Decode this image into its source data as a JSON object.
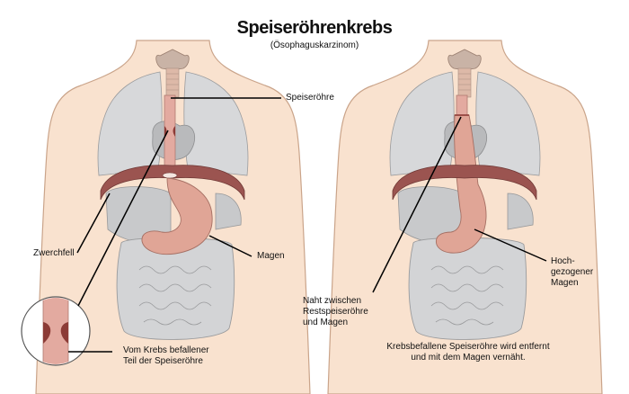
{
  "title": "Speiseröhrenkrebs",
  "subtitle": "(Ösophaguskarzinom)",
  "labels": {
    "speiseroehre": "Speiseröhre",
    "zwerchfell": "Zwerchfell",
    "magen": "Magen",
    "hochgezogener_magen": "Hoch-\ngezogener\nMagen",
    "naht": "Naht zwischen\nRestspeiseröhre\nund Magen",
    "krebs_teil": "Vom Krebs befallener\nTeil der Speiseröhre",
    "caption_right": "Krebsbefallene Speiseröhre wird entfernt\nund mit dem Magen vernäht."
  },
  "colors": {
    "skin": "#f9e2cf",
    "skin_outline": "#caa48a",
    "lung": "#d7d8da",
    "organ_dark": "#b9babc",
    "intestine": "#d3d4d6",
    "esophagus": "#e3aaa0",
    "stomach": "#e0a596",
    "tumor": "#8c3b36",
    "diaphragm": "#9b5450",
    "trachea": "#ddb9a8",
    "thyroid": "#c9b3a6",
    "leader": "#000000"
  }
}
